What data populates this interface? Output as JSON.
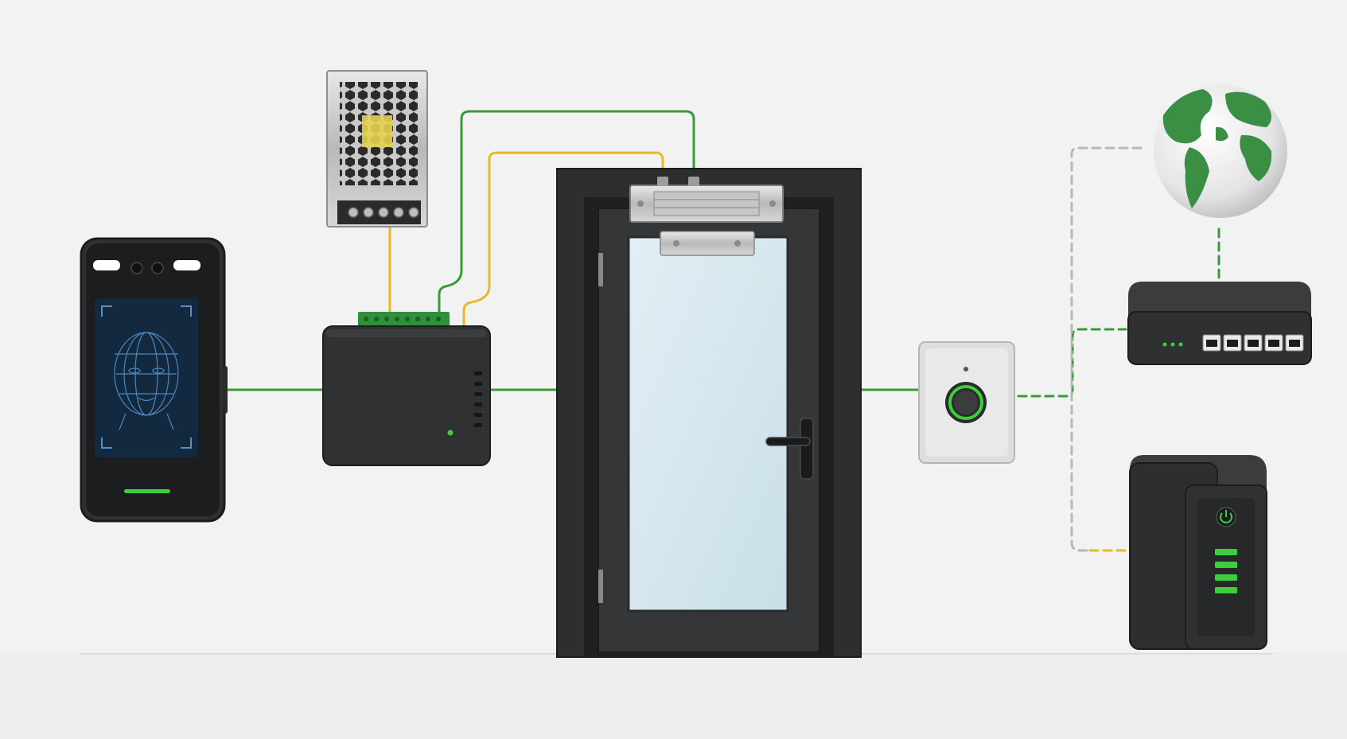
{
  "colors": {
    "background": "#f2f2f2",
    "floor": "#e6e6e6",
    "device_dark": "#333537",
    "device_darker": "#1d1f21",
    "device_light": "#dcdcdc",
    "metal": "#c8c8c8",
    "glass": "#d3e6ee",
    "wire_green": "#3a9a3a",
    "wire_yellow": "#e8b82a",
    "wire_grey": "#b8b8b8",
    "led_green": "#3ccf3c",
    "screen_blue": "#3d6f9e"
  },
  "devices": [
    {
      "id": "face-terminal",
      "icon": "face-recognition-terminal-icon"
    },
    {
      "id": "power-supply",
      "icon": "power-supply-icon"
    },
    {
      "id": "access-controller",
      "icon": "controller-box-icon"
    },
    {
      "id": "door",
      "icon": "door-icon"
    },
    {
      "id": "magnetic-lock",
      "icon": "magnetic-lock-icon"
    },
    {
      "id": "exit-button",
      "icon": "exit-button-icon"
    },
    {
      "id": "internet",
      "icon": "globe-icon"
    },
    {
      "id": "network-switch",
      "icon": "network-switch-icon"
    },
    {
      "id": "ups",
      "icon": "ups-icon"
    }
  ],
  "connections": [
    {
      "from": "face-terminal",
      "to": "access-controller",
      "style": "solid",
      "color": "green"
    },
    {
      "from": "power-supply",
      "to": "access-controller",
      "style": "solid",
      "color": "yellow"
    },
    {
      "from": "access-controller",
      "to": "magnetic-lock",
      "style": "solid",
      "color": "green"
    },
    {
      "from": "access-controller",
      "to": "magnetic-lock",
      "style": "solid",
      "color": "yellow"
    },
    {
      "from": "access-controller",
      "to": "door",
      "style": "solid",
      "color": "green"
    },
    {
      "from": "door",
      "to": "exit-button",
      "style": "solid",
      "color": "green"
    },
    {
      "from": "exit-button",
      "to": "network-switch",
      "style": "dashed",
      "color": "green"
    },
    {
      "from": "network-switch",
      "to": "internet",
      "style": "dashed",
      "color": "green"
    },
    {
      "from": "network-switch",
      "to": "internet",
      "style": "dashed",
      "color": "grey"
    },
    {
      "from": "network-switch",
      "to": "ups",
      "style": "dashed",
      "color": "yellow"
    }
  ]
}
